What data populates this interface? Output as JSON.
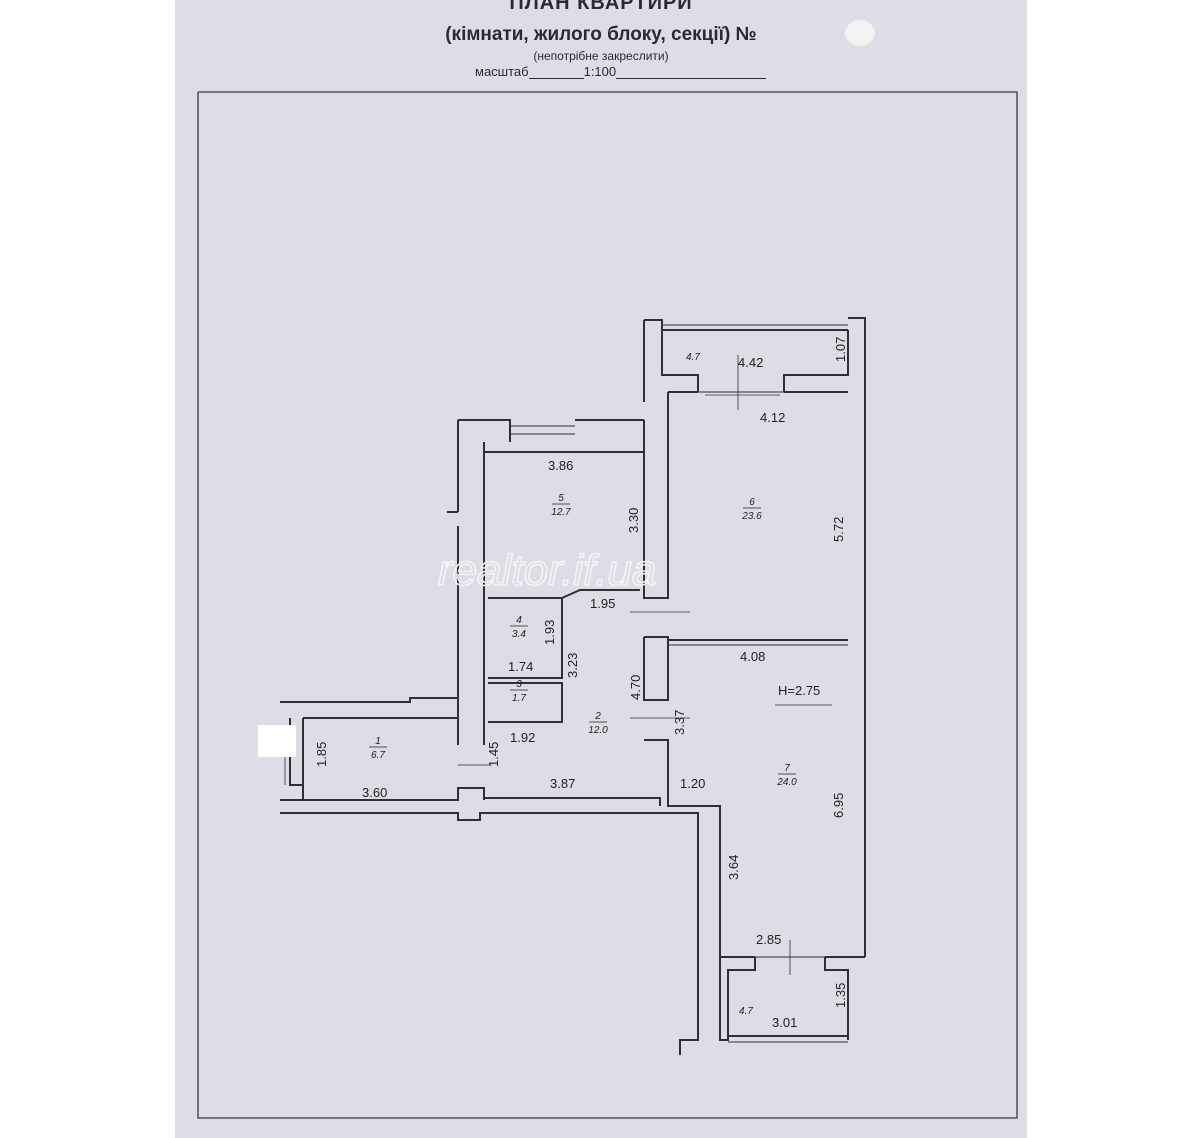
{
  "header": {
    "title": "ПЛАН КВАРТИРИ",
    "subtitle": "(кімнати, жилого блоку, секції) №",
    "note": "(непотрібне закреслити)",
    "scale_label": "масштаб",
    "scale_value": "1:100"
  },
  "watermark": "realtor.if.ua",
  "height_label": "H=2.75",
  "rooms": [
    {
      "num": "1",
      "area": "6.7"
    },
    {
      "num": "2",
      "area": "12.0"
    },
    {
      "num": "3",
      "area": "1.7"
    },
    {
      "num": "4",
      "area": "3.4"
    },
    {
      "num": "5",
      "area": "12.7"
    },
    {
      "num": "6",
      "area": "23.6"
    },
    {
      "num": "7",
      "area": "24.0"
    },
    {
      "num": "",
      "area": "4.7"
    },
    {
      "num": "",
      "area": "4.7"
    }
  ],
  "dimensions": {
    "balcony_top_width": "4.42",
    "balcony_top_depth": "1.07",
    "room6_width": "4.12",
    "room6_height": "5.72",
    "room5_width": "3.86",
    "room5_height": "3.30",
    "hall_width": "1.95",
    "room4_height": "1.93",
    "room4_width": "1.74",
    "hall_height": "3.23",
    "corridor_length": "4.70",
    "room7_width": "4.08",
    "room3_width": "1.92",
    "entry_depth": "1.45",
    "hall_lower": "3.37",
    "room1_height": "1.85",
    "room1_width": "3.60",
    "hall_bottom": "3.87",
    "room7_offset": "1.20",
    "room7_height": "6.95",
    "wall_lower": "3.64",
    "room7_bottom": "2.85",
    "balcony_bottom_depth": "1.35",
    "balcony_bottom_width": "3.01"
  }
}
